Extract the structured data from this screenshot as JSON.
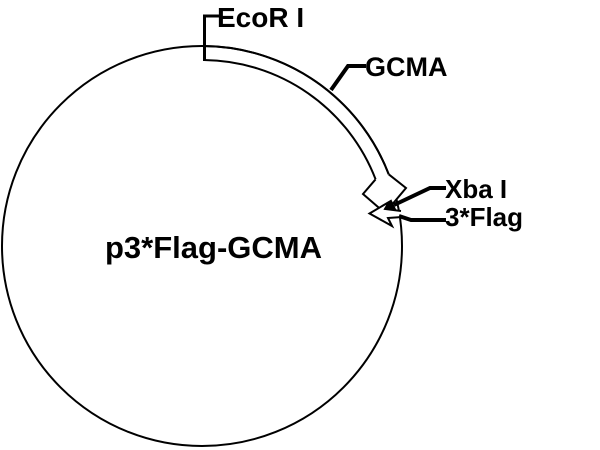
{
  "plasmid": {
    "name": "p3*Flag-GCMA",
    "colors": {
      "line": "#000000",
      "background": "#ffffff"
    },
    "restriction_sites": [
      {
        "label": "EcoR I",
        "position": "top"
      },
      {
        "label": "Xba I",
        "position": "right"
      }
    ],
    "features": [
      {
        "label": "GCMA",
        "shape": "curved-ribbon-arrow",
        "direction": "clockwise",
        "from_site": "EcoR I",
        "to_site": "Xba I"
      },
      {
        "label": "3*Flag",
        "shape": "small-hollow-arrow",
        "at_site": "Xba I"
      }
    ]
  }
}
